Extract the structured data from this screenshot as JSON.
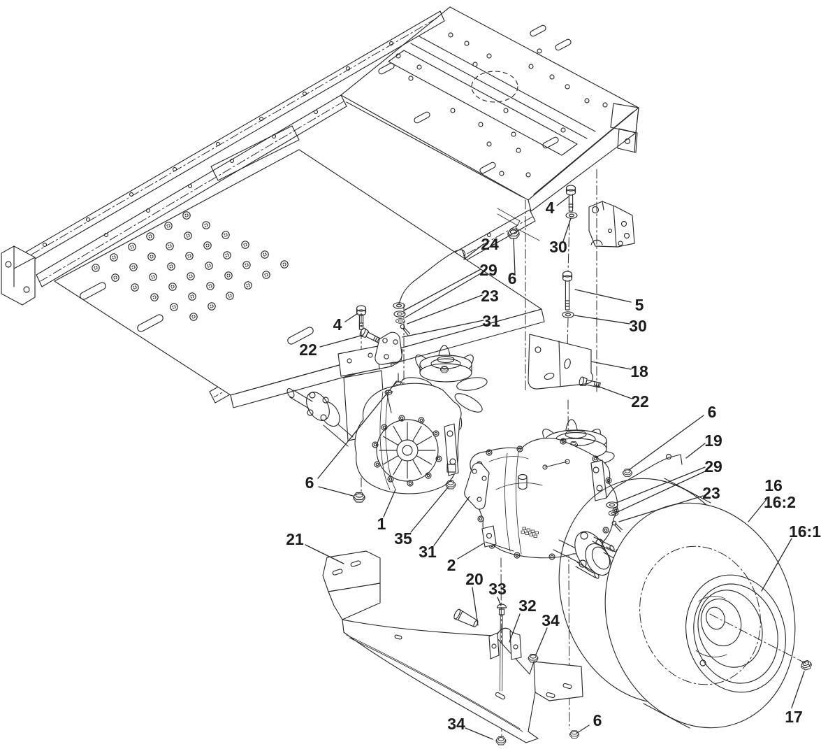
{
  "diagram": {
    "background_color": "#ffffff",
    "line_color": "#2a2a2a",
    "callouts": [
      {
        "label": "24"
      },
      {
        "label": "29"
      },
      {
        "label": "23"
      },
      {
        "label": "31"
      },
      {
        "label": "4"
      },
      {
        "label": "22"
      },
      {
        "label": "4"
      },
      {
        "label": "30"
      },
      {
        "label": "6"
      },
      {
        "label": "5"
      },
      {
        "label": "30"
      },
      {
        "label": "18"
      },
      {
        "label": "22"
      },
      {
        "label": "6"
      },
      {
        "label": "19"
      },
      {
        "label": "29"
      },
      {
        "label": "23"
      },
      {
        "label": "16"
      },
      {
        "label": "16:2"
      },
      {
        "label": "16:1"
      },
      {
        "label": "6"
      },
      {
        "label": "1"
      },
      {
        "label": "35"
      },
      {
        "label": "31"
      },
      {
        "label": "2"
      },
      {
        "label": "21"
      },
      {
        "label": "20"
      },
      {
        "label": "33"
      },
      {
        "label": "32"
      },
      {
        "label": "34"
      },
      {
        "label": "34"
      },
      {
        "label": "6"
      },
      {
        "label": "17"
      }
    ]
  }
}
